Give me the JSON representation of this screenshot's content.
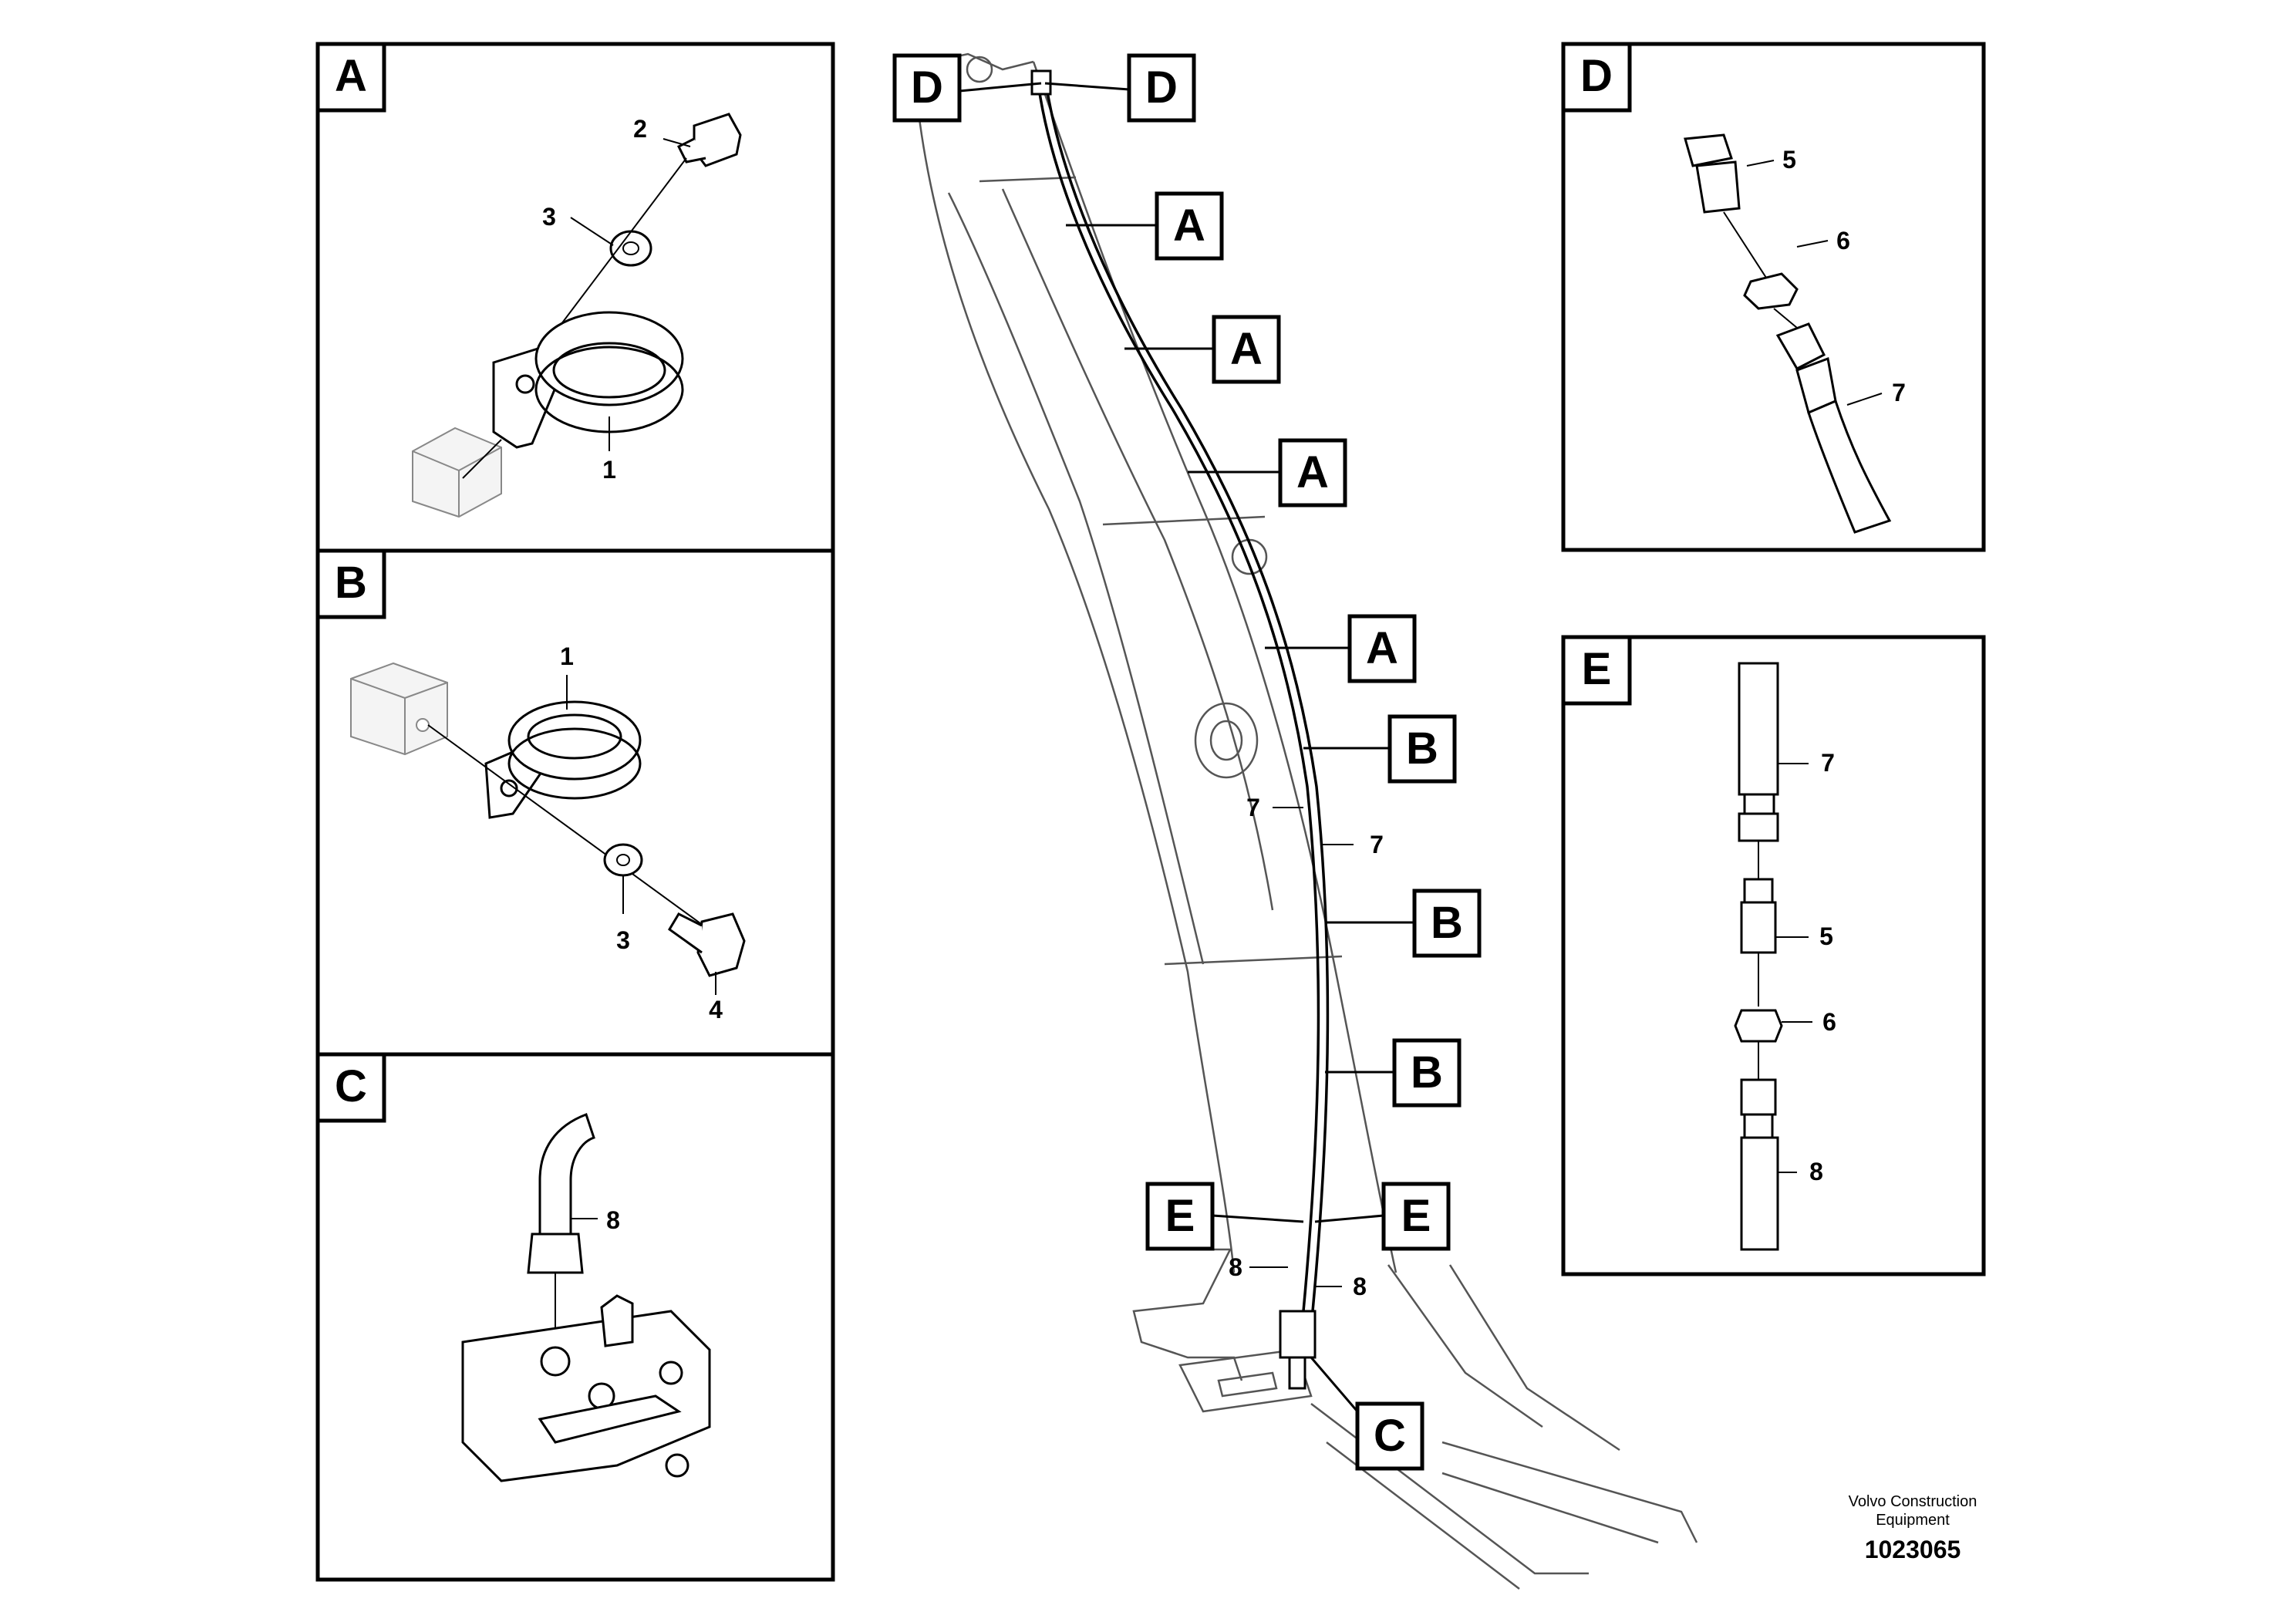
{
  "detail_letters": {
    "A": "A",
    "B": "B",
    "C": "C",
    "D": "D",
    "E": "E"
  },
  "part_numbers": {
    "p1": "1",
    "p2": "2",
    "p3": "3",
    "p4": "4",
    "p5": "5",
    "p6": "6",
    "p7": "7",
    "p8": "8"
  },
  "footer": {
    "brand_line1": "Volvo Construction",
    "brand_line2": "Equipment",
    "drawing_number": "1023065"
  }
}
